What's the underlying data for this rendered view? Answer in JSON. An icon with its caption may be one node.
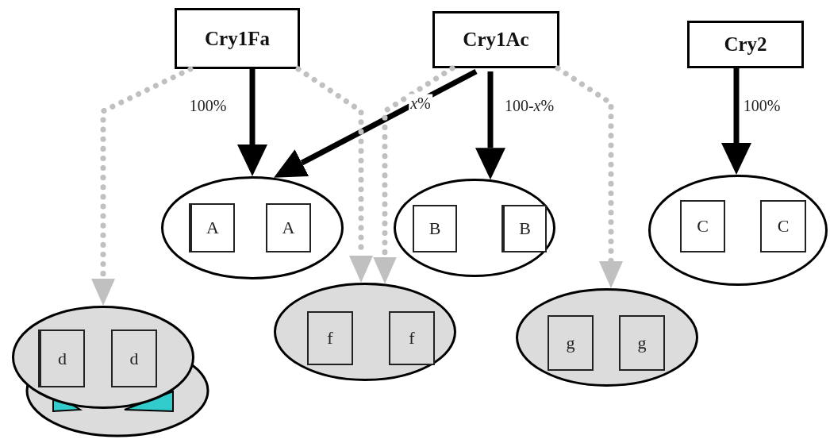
{
  "diagram": {
    "nodes": [
      {
        "text": [
          "Cry1Fa"
        ]
      },
      {
        "text": [
          "Cry1Ac"
        ]
      },
      {
        "text": [
          "Cry2"
        ]
      },
      {
        "text": [],
        "shape": "ellipse"
      },
      {
        "text": [
          "A"
        ],
        "in": 3
      },
      {
        "text": [
          "A"
        ],
        "in": 3
      },
      {
        "text": [],
        "shape": "ellipse"
      },
      {
        "text": [
          "B"
        ],
        "in": 6
      },
      {
        "text": [
          "B"
        ],
        "in": 6
      },
      {
        "text": [],
        "shape": "ellipse"
      },
      {
        "text": [
          "C"
        ],
        "in": 9
      },
      {
        "text": [
          "C"
        ],
        "in": 9
      },
      {
        "text": [],
        "shape": "ellipse"
      },
      {
        "text": [
          "d"
        ],
        "in": 12
      },
      {
        "text": [
          "d"
        ],
        "in": 12
      },
      {
        "text": [],
        "shape": "ellipse"
      },
      {
        "text": [
          "f"
        ],
        "in": 15
      },
      {
        "text": [
          "f"
        ],
        "in": 15
      },
      {
        "text": [],
        "shape": "ellipse"
      },
      {
        "text": [
          "g"
        ],
        "in": 18
      },
      {
        "text": [
          "g"
        ],
        "in": 18
      }
    ],
    "edges": [
      {
        "from": 0,
        "to": 3,
        "arrow": "to",
        "label": "100%"
      },
      {
        "from": 1,
        "to": 3,
        "arrow": "to",
        "label": "*x*%"
      },
      {
        "from": 1,
        "to": 6,
        "arrow": "to",
        "label": "100-*x*%"
      },
      {
        "from": 2,
        "to": 9,
        "arrow": "to",
        "label": "100%"
      },
      {
        "from": 0,
        "to": 12,
        "arrow": "to",
        "style": "dashed",
        "color": "#c0c0c0"
      },
      {
        "from": 0,
        "to": 15,
        "arrow": "to",
        "style": "dashed",
        "color": "#c0c0c0"
      },
      {
        "from": 1,
        "to": 15,
        "arrow": "to",
        "style": "dashed",
        "color": "#c0c0c0"
      },
      {
        "from": 1,
        "to": 18,
        "arrow": "to",
        "style": "dashed",
        "color": "#c0c0c0"
      }
    ]
  }
}
